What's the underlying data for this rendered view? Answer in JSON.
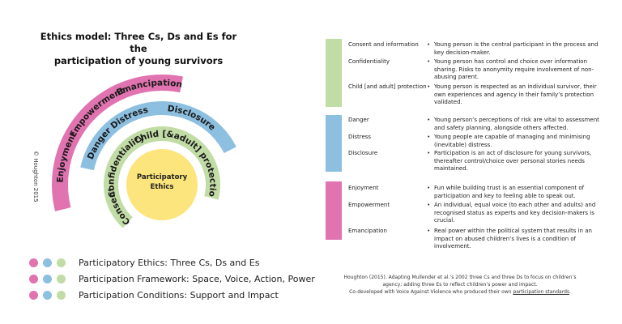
{
  "title_line1": "Ethics model: Three Cs, Ds and Es for the",
  "title_line2": "participation of young survivors",
  "copyright": "© Houghton 2015",
  "colors": {
    "green": "#c2dca6",
    "blue": "#8dbfe0",
    "pink": "#e073b0",
    "yellow": "#fce57c"
  },
  "arcs": {
    "center_line1": "Participatory",
    "center_line2": "Ethics",
    "c_labels": [
      "Consent",
      "Confidentiality",
      "Child [&adult] protection"
    ],
    "d_labels": [
      "Danger",
      "Distress",
      "Disclosure"
    ],
    "e_labels": [
      "Enjoyment",
      "Empowerment",
      "Emancipation"
    ]
  },
  "legend": [
    {
      "text": "Participatory Ethics: Three Cs, Ds and Es"
    },
    {
      "text": "Participation Framework: Space, Voice, Action, Power"
    },
    {
      "text": "Participation Conditions: Support and Impact"
    }
  ],
  "table": {
    "groups": [
      {
        "color": "green",
        "rows": [
          {
            "term": "Consent and information",
            "desc": [
              "Young person is the central participant in the process and",
              "key decision-maker."
            ]
          },
          {
            "term": "Confidentiality",
            "desc": [
              "Young person has control and choice over information",
              "sharing. Risks to anonymity require involvement of non-",
              "abusing parent."
            ]
          },
          {
            "term": "Child [and adult] protection",
            "desc": [
              "Young person is respected as an individual survivor, their",
              "own experiences and agency in their family’s protection",
              "validated."
            ]
          }
        ]
      },
      {
        "color": "blue",
        "rows": [
          {
            "term": "Danger",
            "desc": [
              "Young person’s perceptions of risk are vital to assessment",
              "and safety planning, alongside others affected."
            ]
          },
          {
            "term": "Distress",
            "desc": [
              "Young people are capable of managing and minimising",
              "(inevitable) distress."
            ]
          },
          {
            "term": "Disclosure",
            "desc": [
              "Participation is an act of disclosure for young survivors,",
              "thereafter control/choice over personal stories needs",
              "maintained."
            ]
          }
        ]
      },
      {
        "color": "pink",
        "rows": [
          {
            "term": "Enjoyment",
            "desc": [
              "Fun while building trust is an essential component of",
              "participation and key to feeling able to speak out."
            ]
          },
          {
            "term": "Empowerment",
            "desc": [
              "An individual, equal voice (to each other and adults) and",
              "recognised status as experts and key decision-makers is",
              "crucial."
            ]
          },
          {
            "term": "Emancipation",
            "desc": [
              "Real power within the political system that results in an",
              "impact on abused children’s lives is a condition of",
              "involvement."
            ]
          }
        ]
      }
    ]
  },
  "footnote": {
    "line1": "Houghton (2015). Adapting Mullender et al.’s 2002 three Cs and three Ds to focus on children’s",
    "line2": "agency; adding three Es to reflect children’s power and impact.",
    "line3_pre": "Co-developed with Voice Against Violence who produced their own ",
    "line3_link": "participation standards",
    "line3_post": "."
  }
}
